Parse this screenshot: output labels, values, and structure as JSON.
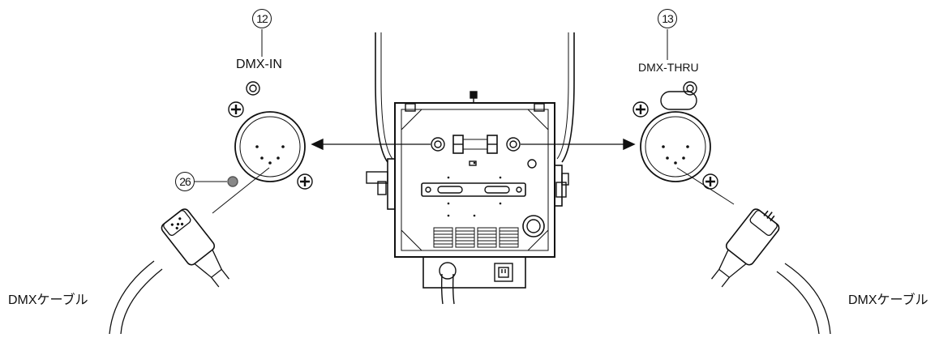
{
  "callouts": {
    "dmx_in_number": "12",
    "dmx_thru_number": "13",
    "indicator_number": "26"
  },
  "labels": {
    "dmx_in": "DMX-IN",
    "dmx_thru": "DMX-THRU",
    "cable_left": "DMXケーブル",
    "cable_right": "DMXケーブル"
  },
  "icons": [
    "screw-icon",
    "xlr-connector-icon",
    "arrow-icon",
    "led-icon"
  ],
  "colors": {
    "line": "#111111",
    "background": "#ffffff",
    "led": "#888888"
  }
}
